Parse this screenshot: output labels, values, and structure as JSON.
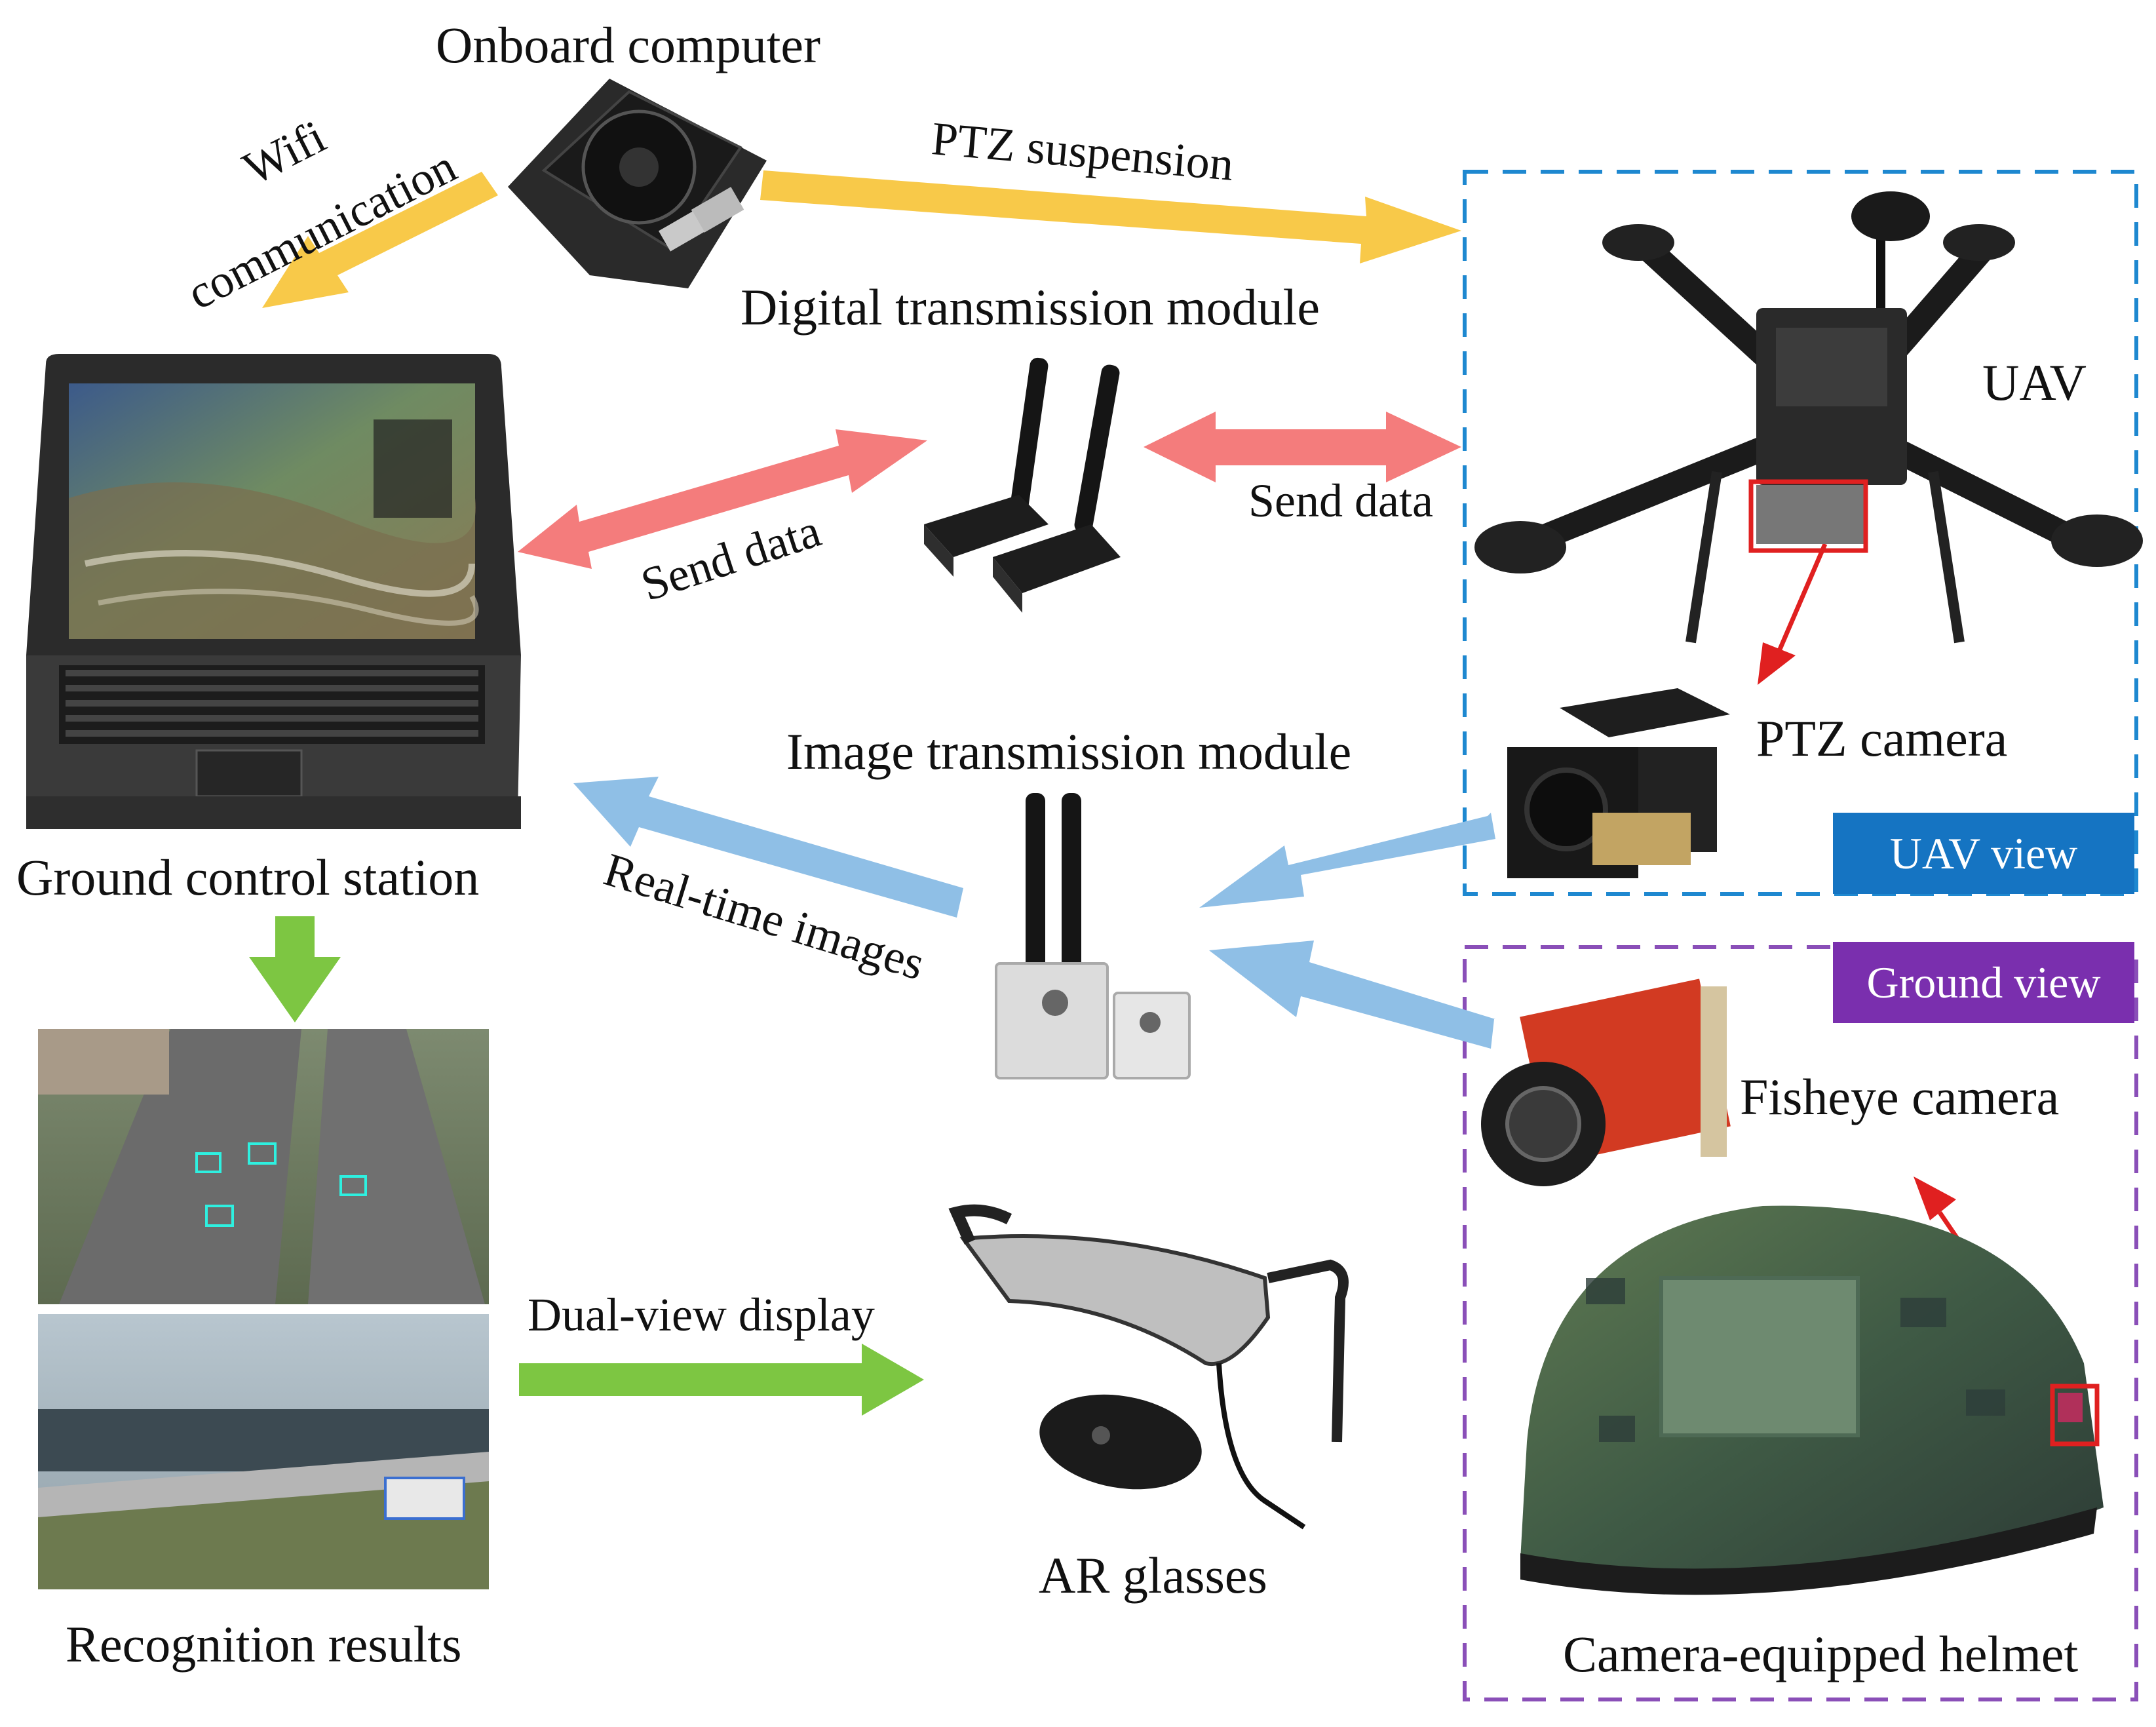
{
  "labels": {
    "onboard_computer": "Onboard computer",
    "wifi_communication_line1": "Wifi",
    "wifi_communication_line2": "communication",
    "ptz_suspension": "PTZ suspension",
    "digital_transmission_module": "Digital transmission module",
    "send_data_left": "Send data",
    "send_data_right": "Send data",
    "uav": "UAV",
    "ptz_camera": "PTZ camera",
    "image_transmission_module": "Image transmission module",
    "real_time_images": "Real-time images",
    "ground_control_station": "Ground control station",
    "fisheye_camera": "Fisheye camera",
    "dual_view_display": "Dual-view display",
    "ar_glasses": "AR glasses",
    "recognition_results": "Recognition results",
    "camera_equipped_helmet": "Camera-equipped helmet"
  },
  "badges": {
    "uav_view": "UAV view",
    "ground_view": "Ground view"
  },
  "colors": {
    "wifi_arrow": "#F8C949",
    "data_arrow": "#F47C7C",
    "image_arrow": "#8FBFE6",
    "display_arrow": "#7DC642",
    "uav_view_box": "#1E88D0",
    "ground_view_box": "#8A4FB8",
    "highlight_red": "#E02020"
  }
}
